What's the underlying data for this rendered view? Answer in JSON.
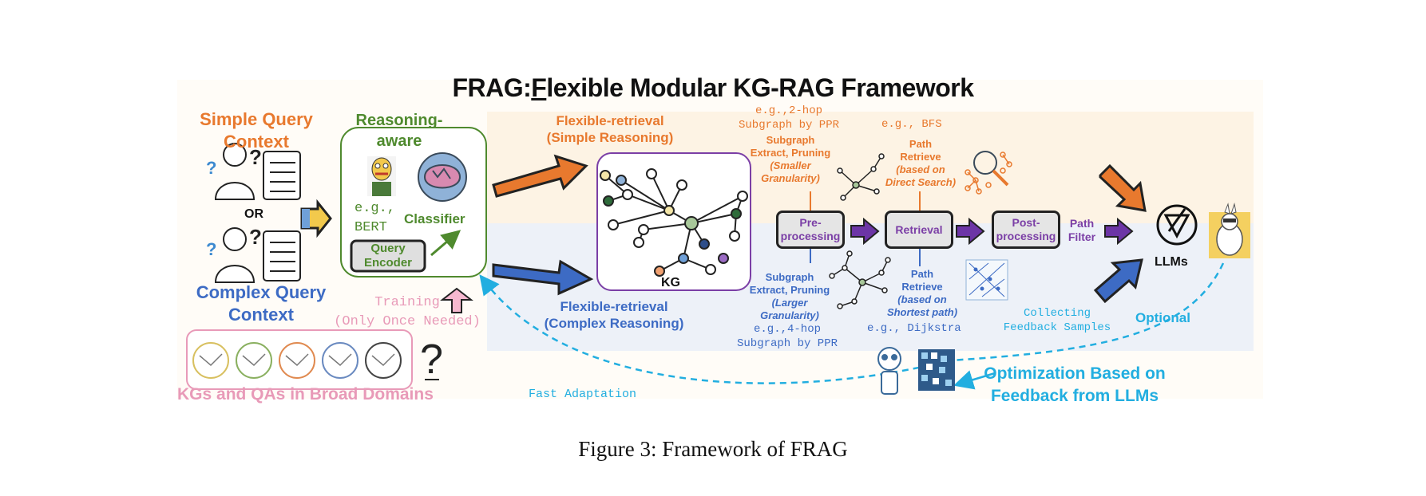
{
  "title": {
    "prefix": "FRAG:",
    "underlined": "F",
    "rest": "lexible Modular KG-RAG Framework"
  },
  "left": {
    "simple_query_l1": "Simple Query",
    "simple_query_l2": "Context",
    "or": "OR",
    "complex_query_l1": "Complex Query",
    "complex_query_l2": "Context",
    "kgs_domains": "KGs and QAs in Broad Domains",
    "training_l1": "Training",
    "training_l2": "(Only Once Needed)"
  },
  "classifier_box": {
    "reasoning_l1": "Reasoning-",
    "reasoning_l2": "aware",
    "eg_l1": "e.g.,",
    "eg_l2": "BERT",
    "classifier": "Classifier",
    "query_encoder_l1": "Query",
    "query_encoder_l2": "Encoder"
  },
  "retrieval": {
    "simple_l1": "Flexible-retrieval",
    "simple_l2": "(Simple Reasoning)",
    "complex_l1": "Flexible-retrieval",
    "complex_l2": "(Complex Reasoning)",
    "kg_label": "KG"
  },
  "top_annotations": {
    "eg_2hop_l1": "e.g.,2-hop",
    "eg_2hop_l2": "Subgraph by PPR",
    "sub_simple_l1": "Subgraph",
    "sub_simple_l2": "Extract, Pruning",
    "sub_simple_l3": "(Smaller",
    "sub_simple_l4": "Granularity)",
    "eg_bfs": "e.g., BFS",
    "path_simple_l1": "Path",
    "path_simple_l2": "Retrieve",
    "path_simple_l3": "(based on",
    "path_simple_l4": "Direct Search)"
  },
  "bottom_annotations": {
    "sub_complex_l1": "Subgraph",
    "sub_complex_l2": "Extract, Pruning",
    "sub_complex_l3": "(Larger",
    "sub_complex_l4": "Granularity)",
    "eg_4hop_l1": "e.g.,4-hop",
    "eg_4hop_l2": "Subgraph by PPR",
    "path_complex_l1": "Path",
    "path_complex_l2": "Retrieve",
    "path_complex_l3": "(based on",
    "path_complex_l4": "Shortest path)",
    "eg_dijkstra": "e.g., Dijkstra",
    "collecting_l1": "Collecting",
    "collecting_l2": "Feedback Samples"
  },
  "pipeline": {
    "pre_l1": "Pre-",
    "pre_l2": "processing",
    "retrieval": "Retrieval",
    "post_l1": "Post-",
    "post_l2": "processing",
    "path_filter_l1": "Path",
    "path_filter_l2": "Filter"
  },
  "right": {
    "llms": "LLMs",
    "optional": "Optional",
    "optimization_l1": "Optimization Based on",
    "optimization_l2": "Feedback from LLMs",
    "fast_adaptation": "Fast Adaptation"
  },
  "caption": "Figure 3: Framework of FRAG",
  "colors": {
    "orange": "#e8792e",
    "blue": "#3d6bc4",
    "green": "#4f8a2e",
    "purple": "#7b3fa6",
    "cyan": "#22aee0",
    "pink": "#e89ab8"
  }
}
